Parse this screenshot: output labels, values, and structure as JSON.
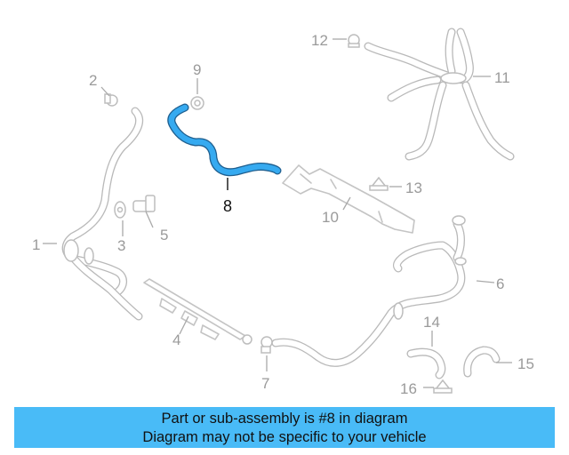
{
  "callouts": [
    {
      "number": "1"
    },
    {
      "number": "2"
    },
    {
      "number": "3"
    },
    {
      "number": "4"
    },
    {
      "number": "5"
    },
    {
      "number": "6"
    },
    {
      "number": "7"
    },
    {
      "number": "8"
    },
    {
      "number": "9"
    },
    {
      "number": "10"
    },
    {
      "number": "11"
    },
    {
      "number": "12"
    },
    {
      "number": "13"
    },
    {
      "number": "14"
    },
    {
      "number": "15"
    },
    {
      "number": "16"
    }
  ],
  "highlighted_part": "8",
  "colors": {
    "highlight": "#36aaf0",
    "banner": "#49bbf7",
    "ghost": "#c4c4c4"
  },
  "banner": {
    "line1": "Part or sub-assembly is #8 in diagram",
    "line2": "Diagram may not be specific to your vehicle"
  }
}
